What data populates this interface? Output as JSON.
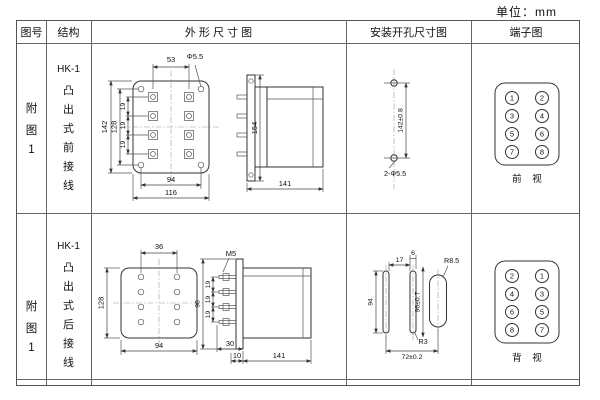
{
  "unit": "单位：mm",
  "header": {
    "figure": "图号",
    "structure": "结构",
    "outline": "外 形 尺 寸 图",
    "mounting": "安装开孔尺寸图",
    "terminal": "端子图"
  },
  "rows": [
    {
      "figure_chars": [
        "附",
        "图",
        "1"
      ],
      "model": "HK-1",
      "structure_chars": [
        "凸",
        "出",
        "式",
        "前",
        "接",
        "线"
      ],
      "outline": {
        "top_width": "53",
        "hole_dia": "Φ5.5",
        "height_outer": "142",
        "height_inner": "128",
        "pitch": [
          "19",
          "19",
          "19"
        ],
        "bottom_inner": "94",
        "bottom_outer": "116",
        "side_height": "154",
        "side_depth": "141"
      },
      "mounting": {
        "hole_spacing": "142±0.8",
        "hole_callout": "2-Φ5.5"
      },
      "terminal": {
        "left": [
          "1",
          "3",
          "5",
          "7"
        ],
        "right": [
          "2",
          "4",
          "6",
          "8"
        ],
        "view_label": "前 视"
      }
    },
    {
      "figure_chars": [
        "附",
        "图",
        "1"
      ],
      "model": "HK-1",
      "structure_chars": [
        "凸",
        "出",
        "式",
        "后",
        "接",
        "线"
      ],
      "outline": {
        "top_width": "36",
        "height": "128",
        "bottom_width": "94",
        "thread": "M5",
        "stud_field_height": "98",
        "pitch": [
          "19",
          "19",
          "19"
        ],
        "dim_30": "30",
        "dim_10": "10",
        "side_depth": "141"
      },
      "mounting": {
        "dim_17": "17",
        "dim_6": "6",
        "radius_big": "R8.5",
        "dim_94": "94",
        "dim_96": "96±0.7",
        "radius_small": "R3",
        "dim_72": "72±0.2"
      },
      "terminal": {
        "left": [
          "2",
          "4",
          "6",
          "8"
        ],
        "right": [
          "1",
          "3",
          "5",
          "7"
        ],
        "view_label": "背 视"
      }
    }
  ]
}
